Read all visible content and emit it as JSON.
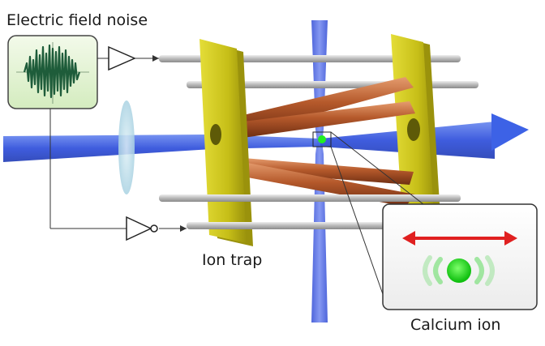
{
  "labels": {
    "noise": "Electric field noise",
    "trap": "Ion trap",
    "ion": "Calcium ion"
  },
  "colors": {
    "laser_beam": "#3b5fe0",
    "vertical_beam": "#4a62e0",
    "electrode_gold": "#c8c21a",
    "electrode_gold_dark": "#9d9510",
    "copper_rod": "#b0542a",
    "rod_steel": "#bdbdbd",
    "ion_green": "#22dd22",
    "motion_arrow": "#e02020",
    "noise_box_fill": "#e3f3d0",
    "noise_waveform": "#1e5c3a",
    "lens": "#b8dbe8"
  },
  "icons": {
    "amplifier": "buffer-amplifier-icon",
    "inverting_amplifier": "inverter-amplifier-icon",
    "motion": "double-headed-arrow-icon"
  }
}
